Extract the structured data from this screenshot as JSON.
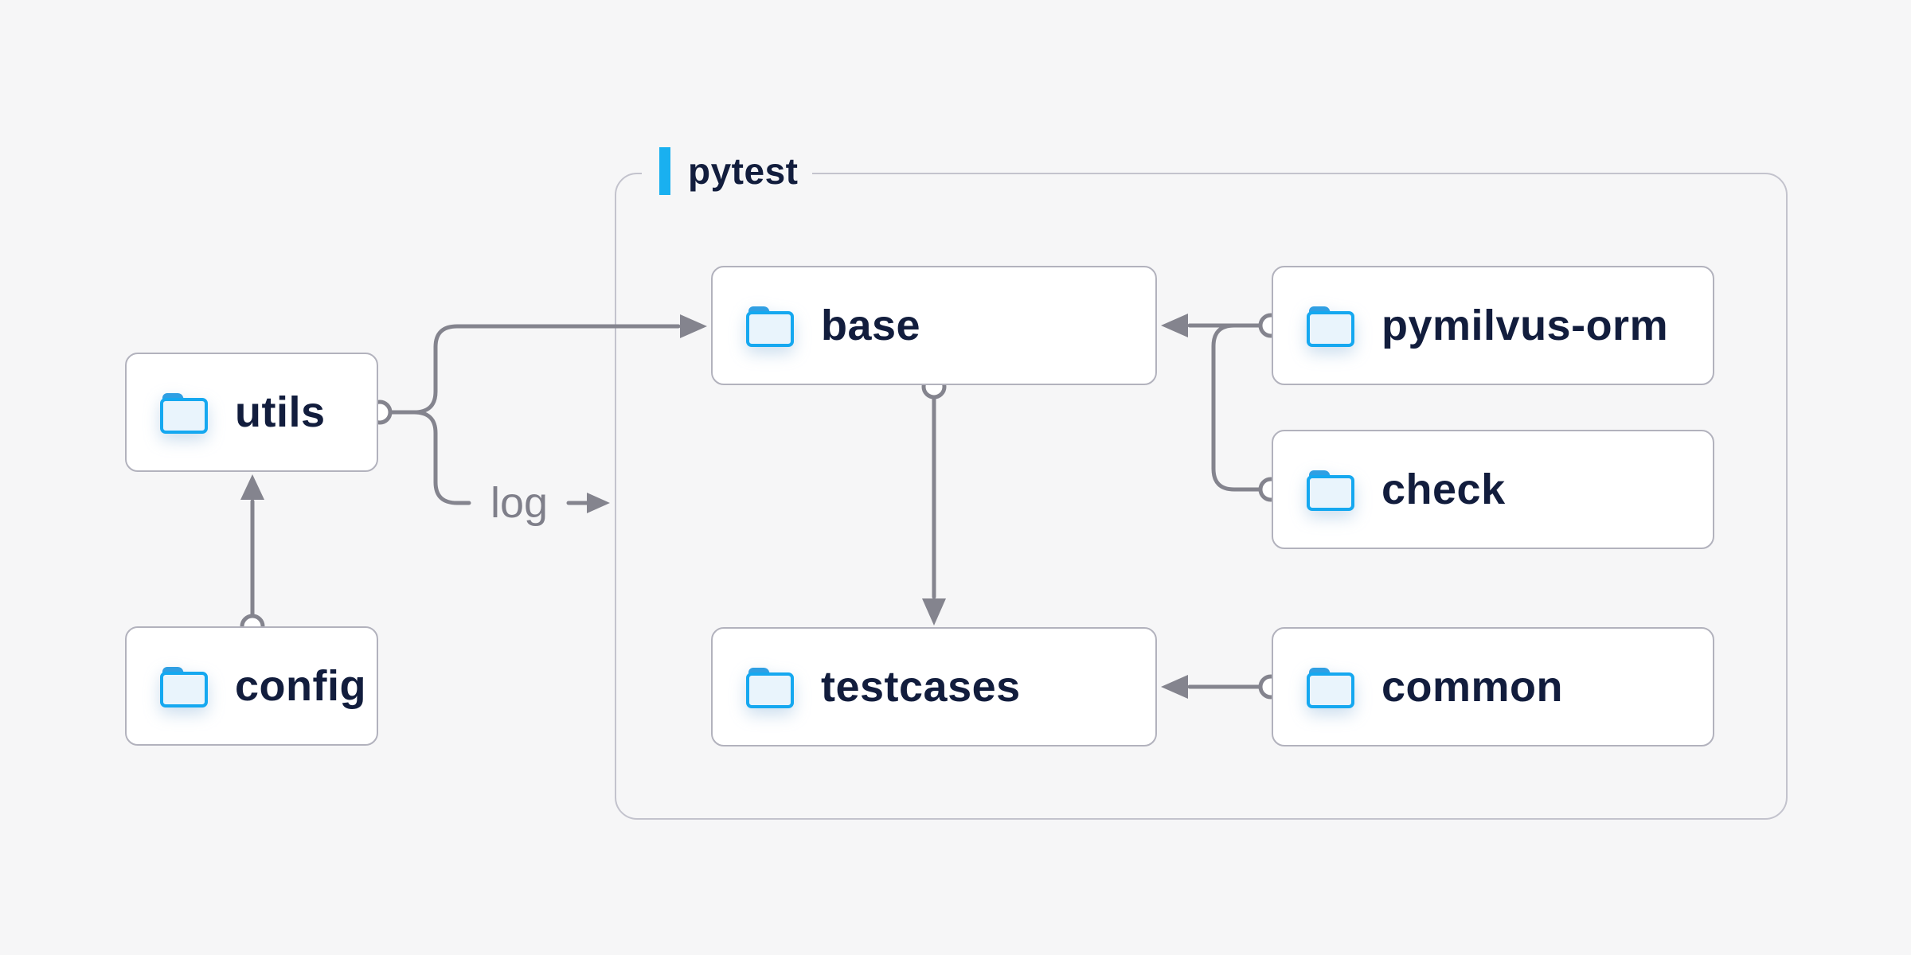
{
  "container": {
    "label": "pytest",
    "accent_color": "#19b0f0"
  },
  "nodes": [
    {
      "id": "utils",
      "label": "utils",
      "icon": "folder-icon",
      "region": "outside"
    },
    {
      "id": "config",
      "label": "config",
      "icon": "folder-icon",
      "region": "outside"
    },
    {
      "id": "base",
      "label": "base",
      "icon": "folder-icon",
      "region": "pytest"
    },
    {
      "id": "testcases",
      "label": "testcases",
      "icon": "folder-icon",
      "region": "pytest"
    },
    {
      "id": "pymilvus-orm",
      "label": "pymilvus-orm",
      "icon": "folder-icon",
      "region": "pytest"
    },
    {
      "id": "check",
      "label": "check",
      "icon": "folder-icon",
      "region": "pytest"
    },
    {
      "id": "common",
      "label": "common",
      "icon": "folder-icon",
      "region": "pytest"
    }
  ],
  "edges": [
    {
      "from": "config",
      "to": "utils",
      "label": ""
    },
    {
      "from": "utils",
      "to": "base",
      "label": ""
    },
    {
      "from": "utils",
      "to": "pytest",
      "label": "log"
    },
    {
      "from": "pymilvus-orm",
      "to": "base",
      "label": ""
    },
    {
      "from": "check",
      "to": "base",
      "label": ""
    },
    {
      "from": "base",
      "to": "testcases",
      "label": ""
    },
    {
      "from": "common",
      "to": "testcases",
      "label": ""
    }
  ],
  "colors": {
    "background": "#f6f6f7",
    "node_background": "#ffffff",
    "node_border": "#b2b2bd",
    "frame_border": "#c3c3cd",
    "edge": "#84848e",
    "label_text": "#121d3d",
    "edge_label_text": "#7f7f8a",
    "accent_blue": "#19b0f0",
    "folder_stroke": "#15a8f0",
    "folder_fill": "#e9f4fc",
    "folder_tab": "#2f9fe3"
  }
}
